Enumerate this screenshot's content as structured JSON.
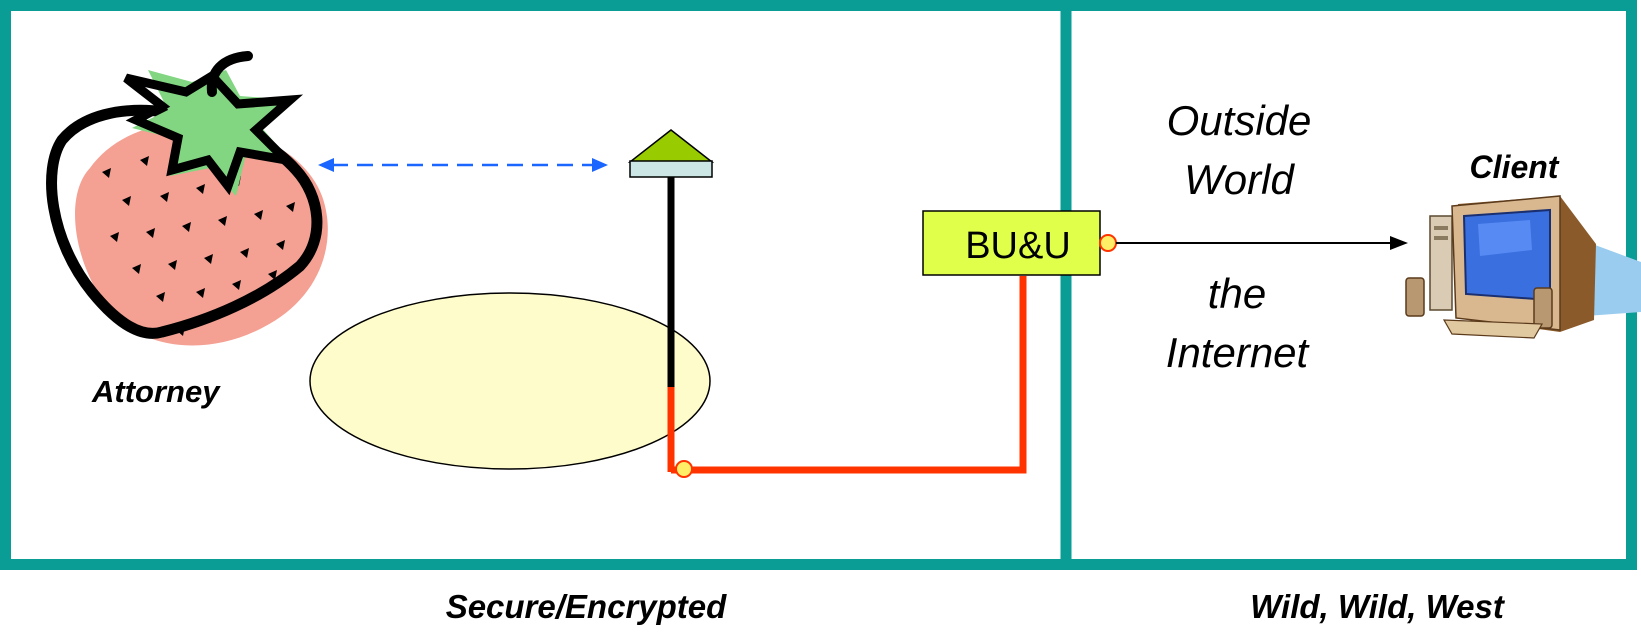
{
  "labels": {
    "attorney": "Attorney",
    "client": "Client",
    "gateway": "BU&U",
    "outside_line1": "Outside",
    "outside_line2": "World",
    "internet_line1": "the",
    "internet_line2": "Internet",
    "left_caption": "Secure/Encrypted",
    "right_caption": "Wild, Wild, West"
  },
  "colors": {
    "frame": "#0a9d96",
    "gateway_fill": "#dfff4a",
    "ellipse_fill": "#fffccc",
    "secure_link": "#ff3300",
    "antenna_roof": "#99cc00",
    "antenna_base": "#cce6e6",
    "dashed_link": "#1a66ff",
    "strawberry_body": "#f4a093",
    "strawberry_leaves": "#82d682",
    "connector_dot": "#ffee66"
  },
  "icons": {
    "attorney": "strawberry-icon",
    "client": "desktop-computer-icon",
    "access_point": "antenna-icon"
  }
}
